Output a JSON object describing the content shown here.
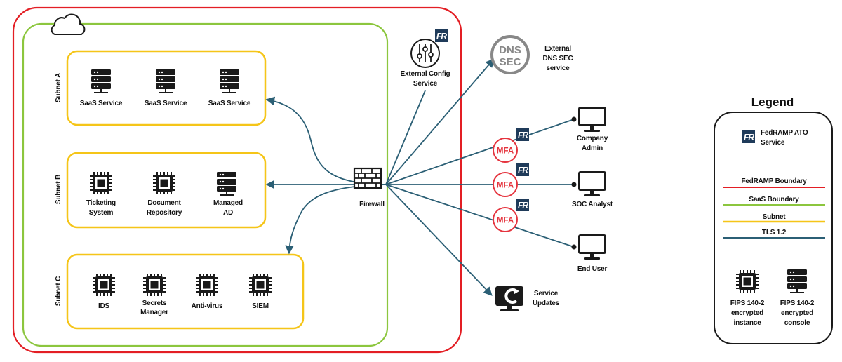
{
  "colors": {
    "fedramp_boundary": "#e31e24",
    "saas_boundary": "#8cc63e",
    "subnet": "#f5c518",
    "tls": "#2b5f75",
    "fr_badge": "#1f3b5a",
    "mfa": "#e5343e",
    "icon": "#1a1a1a",
    "dns": "#888888"
  },
  "subnets": [
    {
      "label": "Subnet A",
      "nodes": [
        {
          "label": "SaaS Service",
          "icon": "server-icon"
        },
        {
          "label": "SaaS Service",
          "icon": "server-icon"
        },
        {
          "label": "SaaS Service",
          "icon": "server-icon"
        }
      ]
    },
    {
      "label": "Subnet B",
      "nodes": [
        {
          "label": "Ticketing",
          "label2": "System",
          "icon": "chip-icon"
        },
        {
          "label": "Document",
          "label2": "Repository",
          "icon": "chip-icon"
        },
        {
          "label": "Managed",
          "label2": "AD",
          "icon": "server-icon"
        }
      ]
    },
    {
      "label": "Subnet C",
      "nodes": [
        {
          "label": "IDS",
          "icon": "chip-icon"
        },
        {
          "label": "Secrets",
          "label2": "Manager",
          "icon": "chip-icon"
        },
        {
          "label": "Anti-virus",
          "icon": "chip-icon"
        },
        {
          "label": "SIEM",
          "icon": "chip-icon"
        }
      ]
    }
  ],
  "firewall": {
    "label": "Firewall",
    "icon": "firewall-icon"
  },
  "external_config": {
    "line1": "External Config",
    "line2": "Service",
    "icon": "sliders-icon",
    "badge": "FR"
  },
  "dns": {
    "badge_line1": "DNS",
    "badge_line2": "SEC",
    "line1": "External",
    "line2": "DNS SEC",
    "line3": "service"
  },
  "mfa_label": "MFA",
  "fr_badge_text": "FR",
  "endpoints": {
    "company_admin": {
      "line1": "Company",
      "line2": "Admin",
      "icon": "monitor-icon"
    },
    "soc_analyst": {
      "line1": "SOC Analyst",
      "icon": "monitor-icon"
    },
    "end_user": {
      "line1": "End User",
      "icon": "monitor-icon"
    },
    "service_updates": {
      "line1": "Service",
      "line2": "Updates",
      "icon": "update-icon"
    }
  },
  "legend": {
    "title": "Legend",
    "fr_line1": "FedRAMP ATO",
    "fr_line2": "Service",
    "items": [
      {
        "label": "FedRAMP Boundary",
        "color": "#e31e24"
      },
      {
        "label": "SaaS Boundary",
        "color": "#8cc63e"
      },
      {
        "label": "Subnet",
        "color": "#f5c518"
      },
      {
        "label": "TLS 1.2",
        "color": "#2b5f75"
      }
    ],
    "fips_instance": {
      "line1": "FIPS 140-2",
      "line2": "encrypted",
      "line3": "instance"
    },
    "fips_console": {
      "line1": "FIPS 140-2",
      "line2": "encrypted",
      "line3": "console"
    }
  }
}
